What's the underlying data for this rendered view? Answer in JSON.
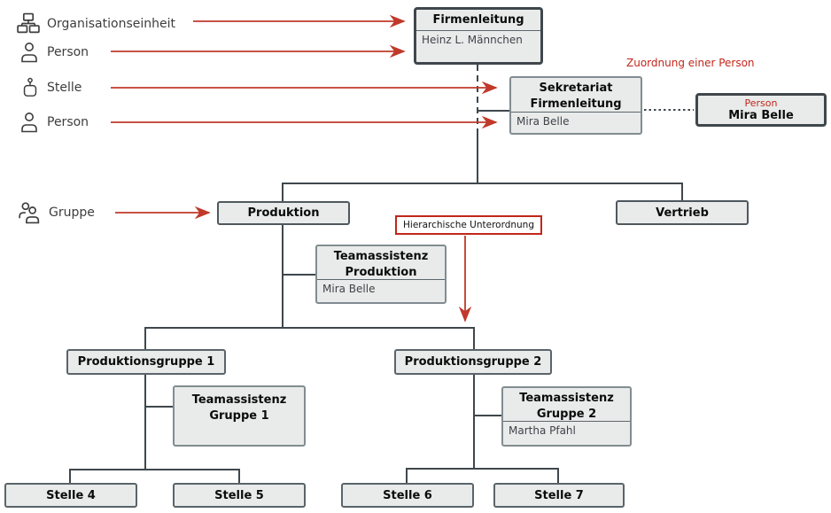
{
  "legend": {
    "items": [
      {
        "label": "Organisationseinheit",
        "icon": "org-unit-icon"
      },
      {
        "label": "Person",
        "icon": "person-icon"
      },
      {
        "label": "Stelle",
        "icon": "stelle-icon"
      },
      {
        "label": "Person",
        "icon": "person-icon"
      },
      {
        "label": "Gruppe",
        "icon": "gruppe-icon"
      }
    ]
  },
  "annotations": {
    "zuordnung": "Zuordnung einer Person",
    "hierarchie": "Hierarchische Unterordnung"
  },
  "nodes": {
    "firmenleitung": {
      "title": "Firmenleitung",
      "person": "Heinz L. Männchen"
    },
    "sekretariat": {
      "title": "Sekretariat Firmenleitung",
      "person": "Mira Belle"
    },
    "person_box": {
      "label": "Person",
      "person": "Mira Belle"
    },
    "produktion": {
      "title": "Produktion"
    },
    "vertrieb": {
      "title": "Vertrieb"
    },
    "teamassistenz_produktion": {
      "title": "Teamassistenz Produktion",
      "person": "Mira Belle"
    },
    "produktionsgruppe1": {
      "title": "Produktionsgruppe 1"
    },
    "produktionsgruppe2": {
      "title": "Produktionsgruppe 2"
    },
    "teamassistenz_gruppe1": {
      "title": "Teamassistenz Gruppe 1",
      "person": ""
    },
    "teamassistenz_gruppe2": {
      "title": "Teamassistenz Gruppe 2",
      "person": "Martha Pfahl"
    },
    "stelle4": {
      "title": "Stelle 4"
    },
    "stelle5": {
      "title": "Stelle 5"
    },
    "stelle6": {
      "title": "Stelle 6"
    },
    "stelle7": {
      "title": "Stelle 7"
    }
  },
  "colors": {
    "arrow_red": "#c0392b",
    "red_text": "#c2261b",
    "node_fill": "#e9ebeb",
    "border_dark": "#3f474c",
    "border_gray": "#828c90",
    "connector": "#3f474c"
  }
}
